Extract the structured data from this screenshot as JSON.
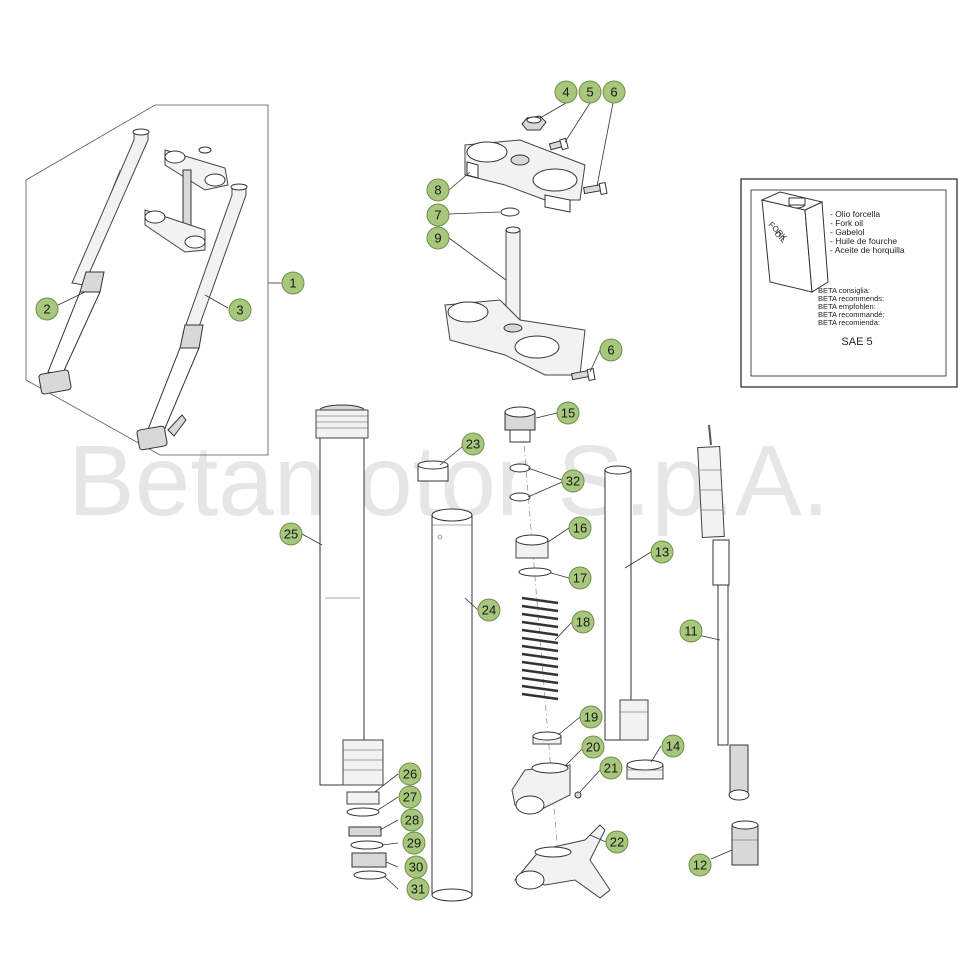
{
  "watermark": "Betamotor S.p.A.",
  "oil_box": {
    "can_label_line1": "FORK",
    "can_label_line2": "OIL",
    "oil_names": [
      "- Olio forcella",
      "- Fork oil",
      "- Gabelol",
      "- Huile de fourche",
      "- Aceite de horquilla"
    ],
    "recommend_lines": [
      "BETA consiglia:",
      "BETA recommends:",
      "BETA empfohlen:",
      "BETA recommandé:",
      "BETA recomienda:"
    ],
    "grade": "SAE 5"
  },
  "callouts": [
    "1",
    "2",
    "3",
    "4",
    "5",
    "6",
    "6",
    "7",
    "8",
    "9",
    "11",
    "12",
    "13",
    "14",
    "15",
    "16",
    "17",
    "18",
    "19",
    "20",
    "21",
    "22",
    "23",
    "24",
    "25",
    "26",
    "27",
    "28",
    "29",
    "30",
    "31",
    "32"
  ],
  "colors": {
    "callout_fill": "#a6c77c",
    "watermark": "#d3d3d3"
  }
}
